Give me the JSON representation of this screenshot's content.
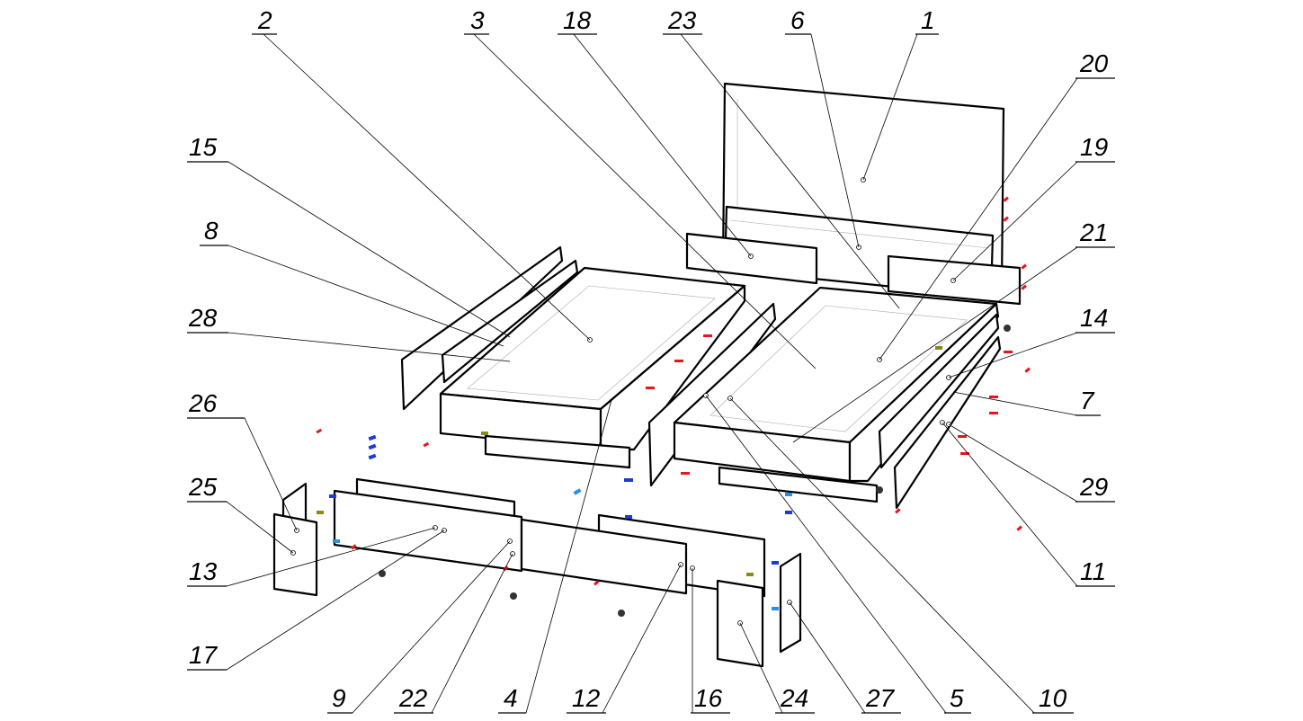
{
  "colors": {
    "line": "#000000",
    "fastener_red": "#e8141b",
    "fastener_blue": "#1f3bd6",
    "fastener_cyan": "#2a8fe8",
    "fastener_olive": "#8a8a1a"
  },
  "callouts": {
    "c1": "1",
    "c2": "2",
    "c3": "3",
    "c4": "4",
    "c5": "5",
    "c6": "6",
    "c7": "7",
    "c8": "8",
    "c9": "9",
    "c10": "10",
    "c11": "11",
    "c12": "12",
    "c13": "13",
    "c14": "14",
    "c15": "15",
    "c16": "16",
    "c17": "17",
    "c18": "18",
    "c19": "19",
    "c20": "20",
    "c21": "21",
    "c22": "22",
    "c23": "23",
    "c24": "24",
    "c25": "25",
    "c26": "26",
    "c27": "27",
    "c28": "28",
    "c29": "29"
  }
}
